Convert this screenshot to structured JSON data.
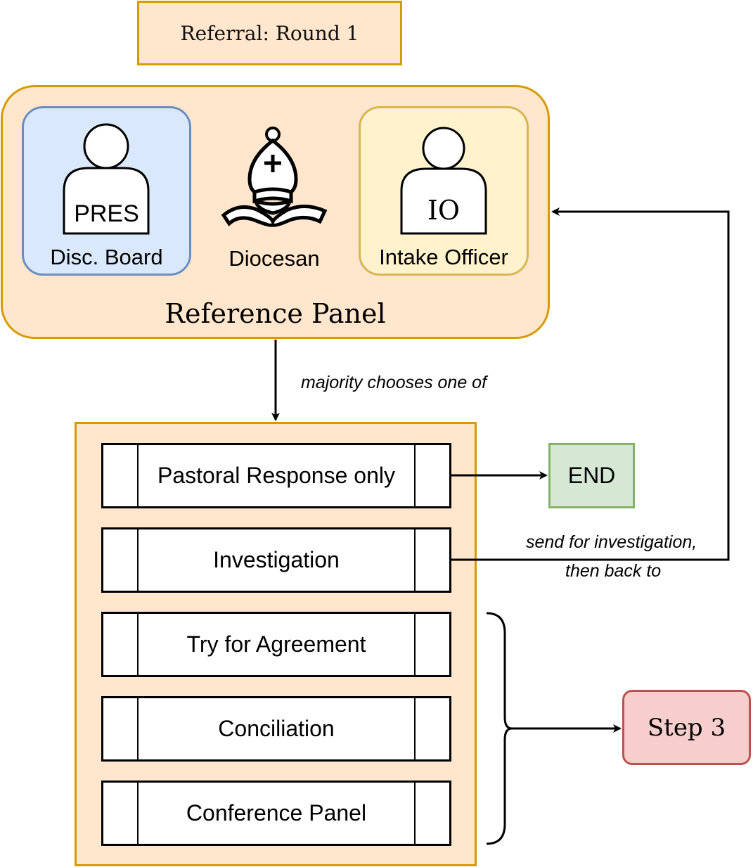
{
  "title_box": {
    "label": "Referral: Round 1"
  },
  "reference_panel": {
    "label": "Reference Panel",
    "members": [
      {
        "role_badge": "PRES",
        "label": "Disc. Board",
        "icon": "person-icon",
        "color": "#dae8fc",
        "border": "#6c8ebf"
      },
      {
        "label": "Diocesan",
        "icon": "bishop-icon"
      },
      {
        "role_badge": "IO",
        "label": "Intake Officer",
        "icon": "person-icon",
        "color": "#fff2cc",
        "border": "#d6b656"
      }
    ]
  },
  "edges": {
    "choose_label": "majority choose​s one of",
    "investigation_label_line1": "send for investigation,",
    "investigation_label_line2": "then back to"
  },
  "options": [
    {
      "label": "Pastoral Response only"
    },
    {
      "label": "Investigation"
    },
    {
      "label": "Try for Agreement"
    },
    {
      "label": "Conciliation"
    },
    {
      "label": "Conference Panel"
    }
  ],
  "end_box": {
    "label": "END",
    "color": "#d5e8d4",
    "border": "#82b366"
  },
  "step3_box": {
    "label": "Step 3",
    "color": "#f8cecc",
    "border": "#b85450"
  }
}
